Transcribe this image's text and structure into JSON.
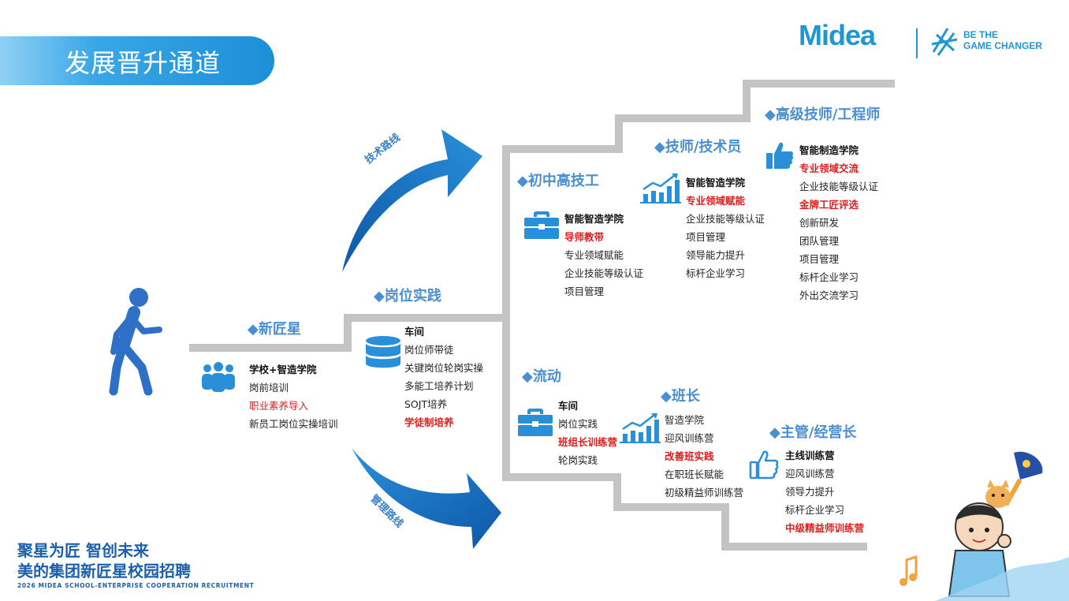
{
  "title": "发展晋升通道",
  "brand": {
    "logo_text": "Midea",
    "slogan_line1": "BE THE",
    "slogan_line2": "GAME CHANGER"
  },
  "routes": {
    "tech": "技术路线",
    "mgmt": "管理路线"
  },
  "sections": {
    "newbie": {
      "heading": "◆新匠星",
      "items": [
        "学校+智造学院",
        "岗前培训",
        "职业素养导入",
        "新员工岗位实操培训"
      ]
    },
    "practice": {
      "heading": "◆岗位实践",
      "items": [
        "车间",
        "岗位师带徒",
        "关键岗位轮岗实操",
        "多能工培养计划",
        "SOJT培养",
        "学徒制培养"
      ]
    },
    "junior_tech": {
      "heading": "◆初中高技工",
      "items": [
        "智能智造学院",
        "导师教带",
        "专业领域赋能",
        "企业技能等级认证",
        "项目管理"
      ]
    },
    "technician": {
      "heading": "◆技师/技术员",
      "items": [
        "智能智造学院",
        "专业领域赋能",
        "企业技能等级认证",
        "项目管理",
        "领导能力提升",
        "标杆企业学习"
      ]
    },
    "senior": {
      "heading": "◆高级技师/工程师",
      "items": [
        "智能制造学院",
        "专业领域交流",
        "企业技能等级认证",
        "金牌工匠评选",
        "创新研发",
        "团队管理",
        "项目管理",
        "标杆企业学习",
        "外出交流学习"
      ]
    },
    "rotation": {
      "heading": "◆流动",
      "items": [
        "车间",
        "岗位实践",
        "班组长训练营",
        "轮岗实践"
      ]
    },
    "team_lead": {
      "heading": "◆班长",
      "items": [
        "智造学院",
        "迎风训练营",
        "改善班实践",
        "在职班长赋能",
        "初级精益师训练营"
      ]
    },
    "supervisor": {
      "heading": "◆主管/经营长",
      "items": [
        "主线训练营",
        "迎风训练营",
        "领导力提升",
        "标杆企业学习",
        "中级精益师训练营"
      ]
    }
  },
  "footer": {
    "line1": "聚星为匠 智创未来",
    "line2": "美的集团新匠星校园招聘",
    "line3": "2026 MIDEA SCHOOL-ENTERPRISE COOPERATION RECRUITMENT"
  },
  "colors": {
    "accent": "#1e97d6",
    "heading": "#4a8fd0",
    "arrow": "#1565b8",
    "step": "#c4c4c4",
    "highlight": "#e21c1c",
    "footer": "#1a5fae"
  }
}
